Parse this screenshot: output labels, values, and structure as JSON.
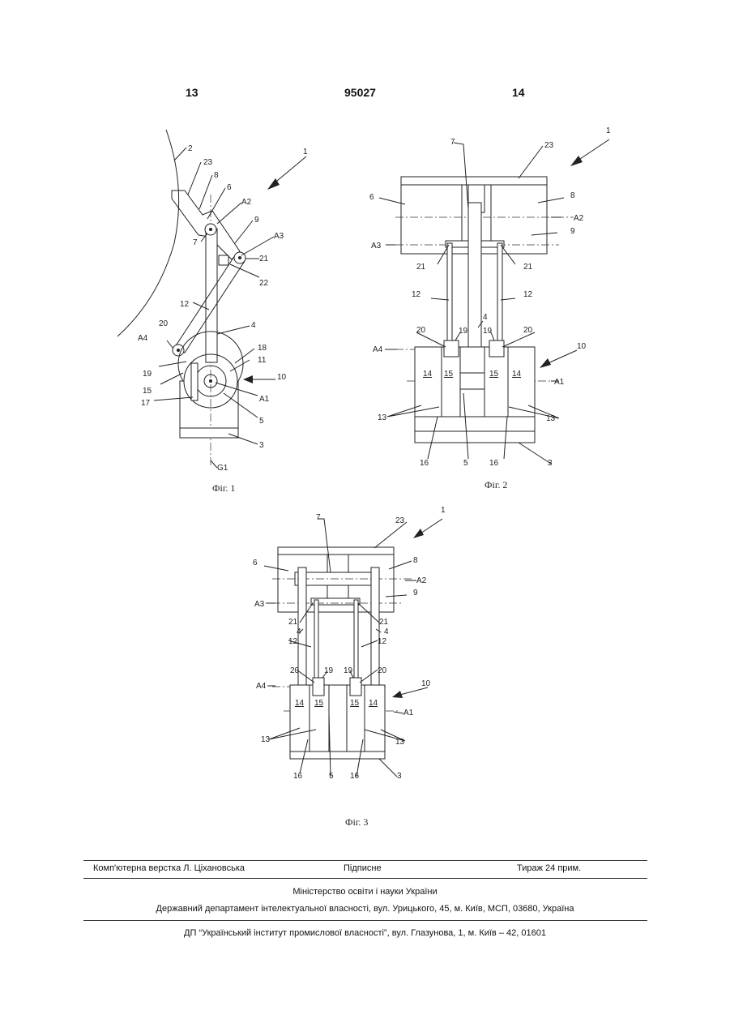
{
  "header": {
    "left_page": "13",
    "patent_number": "95027",
    "right_page": "14"
  },
  "figures": {
    "fig1": {
      "caption": "Фіг. 1",
      "labels": [
        "1",
        "2",
        "23",
        "8",
        "6",
        "A2",
        "9",
        "A3",
        "21",
        "22",
        "7",
        "12",
        "4",
        "20",
        "A4",
        "19",
        "15",
        "17",
        "18",
        "11",
        "10",
        "A1",
        "5",
        "3",
        "G1"
      ]
    },
    "fig2": {
      "caption": "Фіг. 2",
      "labels": [
        "7",
        "23",
        "1",
        "6",
        "8",
        "A2",
        "9",
        "A3",
        "21",
        "21",
        "12",
        "12",
        "4",
        "20",
        "19",
        "19",
        "20",
        "A4",
        "10",
        "14",
        "15",
        "15",
        "14",
        "A1",
        "13",
        "13",
        "16",
        "5",
        "16",
        "3"
      ]
    },
    "fig3": {
      "caption": "Фіг. 3",
      "labels": [
        "7",
        "23",
        "1",
        "6",
        "8",
        "A2",
        "9",
        "A3",
        "21",
        "21",
        "4",
        "4",
        "12",
        "12",
        "20",
        "19",
        "19",
        "20",
        "A4",
        "10",
        "14",
        "15",
        "15",
        "14",
        "A1",
        "13",
        "13",
        "16",
        "5",
        "16",
        "3"
      ]
    }
  },
  "footer": {
    "typesetter": "Комп'ютерна верстка Л. Ціхановська",
    "signed": "Підписне",
    "circulation": "Тираж 24 прим.",
    "ministry": "Міністерство освіти і науки України",
    "department": "Державний департамент інтелектуальної власності, вул. Урицького, 45, м. Київ, МСП, 03680, Україна",
    "institute": "ДП “Український інститут промислової власності”, вул. Глазунова, 1, м. Київ – 42, 01601"
  }
}
